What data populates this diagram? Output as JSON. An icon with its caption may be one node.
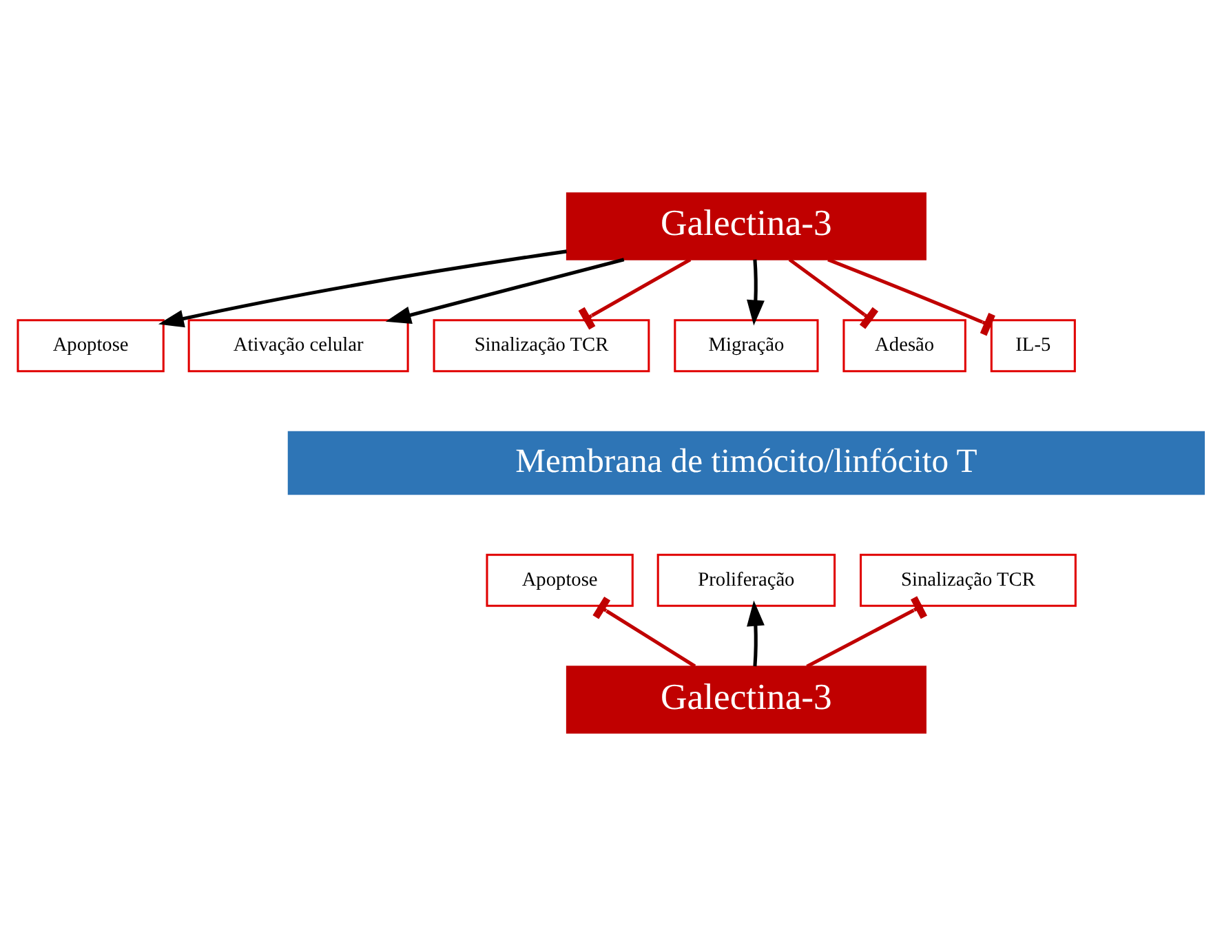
{
  "diagram": {
    "nodes": [
      {
        "text": [
          "Galectina-3"
        ]
      },
      {
        "text": [
          "Apoptose"
        ]
      },
      {
        "text": [
          "Ativação celular"
        ]
      },
      {
        "text": [
          "Sinalização TCR"
        ]
      },
      {
        "text": [
          "Migração"
        ]
      },
      {
        "text": [
          "Adesão"
        ]
      },
      {
        "text": [
          "IL-5"
        ]
      },
      {
        "text": [
          "Membrana de timócito/linfócito T"
        ]
      },
      {
        "text": [
          "Apoptose"
        ]
      },
      {
        "text": [
          "Proliferação"
        ]
      },
      {
        "text": [
          "Sinalização TCR"
        ]
      },
      {
        "text": [
          "Galectina-3"
        ]
      }
    ],
    "edges": [
      {
        "from": 0,
        "to": 1,
        "arrow": "to",
        "color": "#000000"
      },
      {
        "from": 0,
        "to": 2,
        "arrow": "to",
        "color": "#000000"
      },
      {
        "from": 0,
        "to": 3,
        "arrow": "other",
        "color": "#c00000"
      },
      {
        "from": 0,
        "to": 4,
        "arrow": "to",
        "color": "#000000"
      },
      {
        "from": 0,
        "to": 5,
        "arrow": "other",
        "color": "#c00000"
      },
      {
        "from": 0,
        "to": 6,
        "arrow": "other",
        "color": "#c00000"
      },
      {
        "from": 11,
        "to": 8,
        "arrow": "other",
        "color": "#c00000"
      },
      {
        "from": 11,
        "to": 9,
        "arrow": "to",
        "color": "#000000"
      },
      {
        "from": 11,
        "to": 10,
        "arrow": "other",
        "color": "#c00000"
      }
    ]
  }
}
